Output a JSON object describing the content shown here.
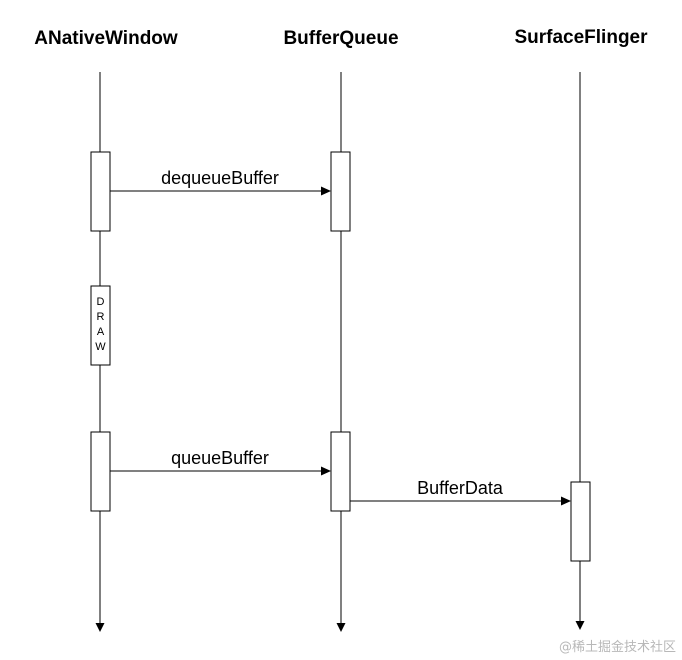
{
  "actors": [
    {
      "id": "anativewindow",
      "label": "ANativeWindow"
    },
    {
      "id": "bufferqueue",
      "label": "BufferQueue"
    },
    {
      "id": "surfaceflinger",
      "label": "SurfaceFlinger"
    }
  ],
  "messages": [
    {
      "id": "dequeue",
      "from": "anativewindow",
      "to": "bufferqueue",
      "label": "dequeueBuffer"
    },
    {
      "id": "queue",
      "from": "anativewindow",
      "to": "bufferqueue",
      "label": "queueBuffer"
    },
    {
      "id": "bufferdata",
      "from": "bufferqueue",
      "to": "surfaceflinger",
      "label": "BufferData"
    }
  ],
  "draw_box": {
    "letters": [
      "D",
      "R",
      "A",
      "W"
    ]
  },
  "watermark": "@稀土掘金技术社区",
  "colors": {
    "stroke": "#000000",
    "background": "#ffffff",
    "watermark": "#b8b8b8"
  }
}
